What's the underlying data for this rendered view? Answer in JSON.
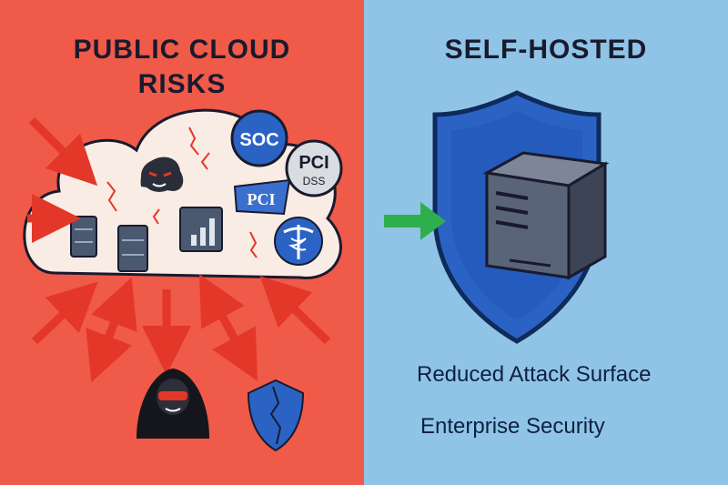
{
  "left_panel": {
    "title_line1": "PUBLIC CLOUD",
    "title_line2": "RISKS",
    "background": "#f05a48",
    "badges": {
      "soc": "SOC",
      "pci_dss_top": "PCI",
      "pci_dss_bottom": "DSS",
      "pci": "PCI"
    },
    "icons": [
      "server-icon",
      "server-icon",
      "bar-chart-icon",
      "hacker-mask-icon",
      "medical-caduceus-icon",
      "hooded-hacker-icon",
      "cracked-shield-icon"
    ]
  },
  "right_panel": {
    "title": "SELF-HOSTED",
    "background": "#8fc4e6",
    "captions": [
      "Reduced Attack Surface",
      "Enterprise Security"
    ],
    "icons": [
      "shield-icon",
      "server-tower-icon",
      "green-arrow-icon"
    ]
  }
}
